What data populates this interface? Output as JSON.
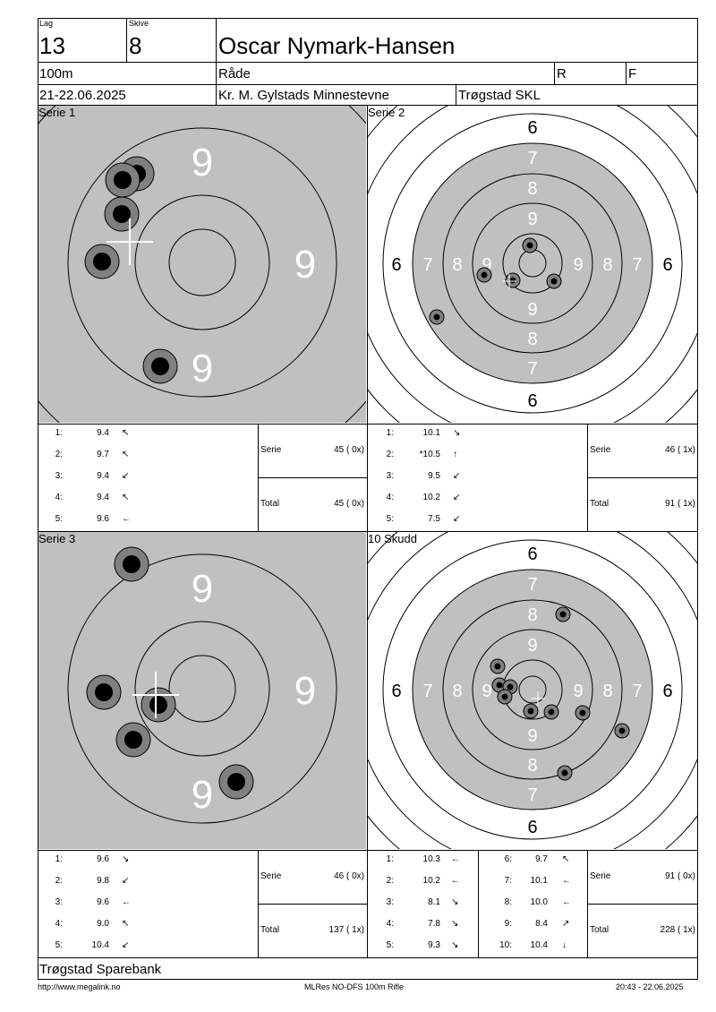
{
  "header": {
    "lag_label": "Lag",
    "lag_value": "13",
    "skive_label": "Skive",
    "skive_value": "8",
    "name": "Oscar Nymark-Hansen",
    "distance": "100m",
    "club": "Råde",
    "r_label": "R",
    "f_label": "F",
    "date": "21-22.06.2025",
    "event": "Kr. M. Gylstads Minnestevne",
    "organizer": "Trøgstad SKL"
  },
  "panels": [
    {
      "title": "Serie 1",
      "kind": "zoom",
      "numbers": [
        "9",
        "9",
        "9"
      ],
      "shots": [
        {
          "no": "1:",
          "val": "9.4",
          "arrow": "↖"
        },
        {
          "no": "2:",
          "val": "9.7",
          "arrow": "↖"
        },
        {
          "no": "3:",
          "val": "9.4",
          "arrow": "↙"
        },
        {
          "no": "4:",
          "val": "9.4",
          "arrow": "↖"
        },
        {
          "no": "5:",
          "val": "9.6",
          "arrow": "←"
        }
      ],
      "serie_label": "Serie",
      "serie_value": "45 ( 0x)",
      "total_label": "Total",
      "total_value": "45 ( 0x)"
    },
    {
      "title": "Serie 2",
      "kind": "full",
      "shots": [
        {
          "no": "1:",
          "val": "10.1",
          "arrow": "↘"
        },
        {
          "no": "2:",
          "val": "*10.5",
          "arrow": "↑"
        },
        {
          "no": "3:",
          "val": "9.5",
          "arrow": "↙"
        },
        {
          "no": "4:",
          "val": "10.2",
          "arrow": "↙"
        },
        {
          "no": "5:",
          "val": "7.5",
          "arrow": "↙"
        }
      ],
      "serie_label": "Serie",
      "serie_value": "46 ( 1x)",
      "total_label": "Total",
      "total_value": "91 ( 1x)"
    },
    {
      "title": "Serie 3",
      "kind": "zoom",
      "numbers": [
        "9",
        "9",
        "9"
      ],
      "shots": [
        {
          "no": "1:",
          "val": "9.6",
          "arrow": "↘"
        },
        {
          "no": "2:",
          "val": "9.8",
          "arrow": "↙"
        },
        {
          "no": "3:",
          "val": "9.6",
          "arrow": "←"
        },
        {
          "no": "4:",
          "val": "9.0",
          "arrow": "↖"
        },
        {
          "no": "5:",
          "val": "10.4",
          "arrow": "↙"
        }
      ],
      "serie_label": "Serie",
      "serie_value": "46 ( 0x)",
      "total_label": "Total",
      "total_value": "137 ( 1x)"
    },
    {
      "title": "10 Skudd",
      "kind": "full",
      "shots": [
        {
          "no": "1:",
          "val": "10.3",
          "arrow": "←"
        },
        {
          "no": "2:",
          "val": "10.2",
          "arrow": "←"
        },
        {
          "no": "3:",
          "val": "8.1",
          "arrow": "↘"
        },
        {
          "no": "4:",
          "val": "7.8",
          "arrow": "↘"
        },
        {
          "no": "5:",
          "val": "9.3",
          "arrow": "↘"
        },
        {
          "no": "6:",
          "val": "9.7",
          "arrow": "↖"
        },
        {
          "no": "7:",
          "val": "10.1",
          "arrow": "←"
        },
        {
          "no": "8:",
          "val": "10.0",
          "arrow": "←"
        },
        {
          "no": "9:",
          "val": "8.4",
          "arrow": "↗"
        },
        {
          "no": "10:",
          "val": "10.4",
          "arrow": "↓"
        }
      ],
      "serie_label": "Serie",
      "serie_value": "91 ( 0x)",
      "total_label": "Total",
      "total_value": "228 ( 1x)"
    }
  ],
  "target_ring_labels": [
    "6",
    "7",
    "8",
    "9"
  ],
  "sponsor": "Trøgstad Sparebank",
  "footer": {
    "url": "http://www.megalink.no",
    "system": "MLRes NO-DFS 100m Rifle",
    "timestamp": "20:43 - 22.06.2025"
  }
}
